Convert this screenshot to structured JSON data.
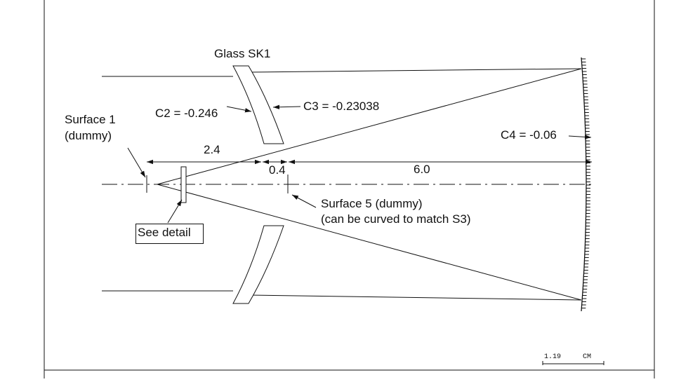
{
  "labels": {
    "glass": "Glass SK1",
    "c2": "C2 = -0.246",
    "c3": "C3 = -0.23038",
    "c4": "C4 = -0.06",
    "surface1_line1": "Surface 1",
    "surface1_line2": "(dummy)",
    "dim_first": "2.4",
    "dim_second": "0.4",
    "dim_third": "6.0",
    "surface5_line1": "Surface 5 (dummy)",
    "surface5_line2": "(can be curved to match S3)",
    "see_detail": "See detail"
  },
  "scale_bar": {
    "value": "1.19",
    "unit": "CM"
  }
}
